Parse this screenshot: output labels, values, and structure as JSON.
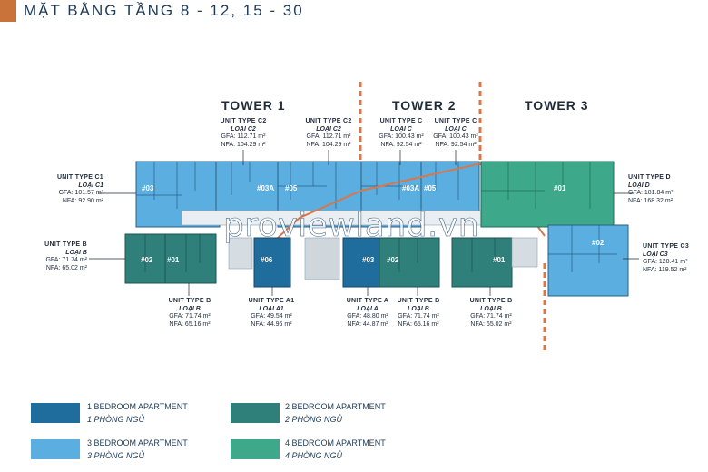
{
  "header": {
    "title": "MẶT BẰNG TẦNG 8 - 12, 15 - 30"
  },
  "towers": [
    "TOWER 1",
    "TOWER 2",
    "TOWER 3"
  ],
  "colors": {
    "one_bed": "#1e6d9c",
    "two_bed": "#2f7f7a",
    "three_bed": "#5aaee0",
    "four_bed": "#3da88a",
    "divider": "#d9774a",
    "accent": "#c9733a"
  },
  "unit_numbers": [
    "#03",
    "#03A",
    "#05",
    "#03A",
    "#05",
    "#01",
    "#02",
    "#01",
    "#06",
    "#03",
    "#02",
    "#01",
    "#02"
  ],
  "labels": {
    "c2a": {
      "type": "UNIT TYPE C2",
      "loai": "LOẠI C2",
      "gfa": "GFA: 112.71 m²",
      "nfa": "NFA: 104.29 m²"
    },
    "c2b": {
      "type": "UNIT TYPE C2",
      "loai": "LOẠI C2",
      "gfa": "GFA: 112.71 m²",
      "nfa": "NFA: 104.29 m²"
    },
    "ca": {
      "type": "UNIT TYPE C",
      "loai": "LOẠI C",
      "gfa": "GFA: 100.43 m²",
      "nfa": "NFA: 92.54 m²"
    },
    "cb": {
      "type": "UNIT TYPE C",
      "loai": "LOẠI C",
      "gfa": "GFA: 100.43 m²",
      "nfa": "NFA: 92.54 m²"
    },
    "c1": {
      "type": "UNIT TYPE C1",
      "loai": "LOẠI C1",
      "gfa": "GFA: 101.57 m²",
      "nfa": "NFA: 92.90 m²"
    },
    "b_left": {
      "type": "UNIT TYPE B",
      "loai": "LOẠI B",
      "gfa": "GFA: 71.74 m²",
      "nfa": "NFA: 65.02 m²"
    },
    "d": {
      "type": "UNIT TYPE D",
      "loai": "LOẠI D",
      "gfa": "GFA: 181.84 m²",
      "nfa": "NFA: 168.32 m²"
    },
    "c3": {
      "type": "UNIT TYPE C3",
      "loai": "LOẠI C3",
      "gfa": "GFA: 128.41 m²",
      "nfa": "NFA: 119.52 m²"
    },
    "b1": {
      "type": "UNIT TYPE B",
      "loai": "LOẠI B",
      "gfa": "GFA: 71.74 m²",
      "nfa": "NFA: 65.16 m²"
    },
    "a1": {
      "type": "UNIT TYPE A1",
      "loai": "LOẠI A1",
      "gfa": "GFA: 49.54 m²",
      "nfa": "NFA: 44.96 m²"
    },
    "a": {
      "type": "UNIT TYPE A",
      "loai": "LOẠI A",
      "gfa": "GFA: 48.80 m²",
      "nfa": "NFA: 44.87 m²"
    },
    "b2": {
      "type": "UNIT TYPE B",
      "loai": "LOẠI B",
      "gfa": "GFA: 71.74 m²",
      "nfa": "NFA: 65.16 m²"
    },
    "b3": {
      "type": "UNIT TYPE B",
      "loai": "LOẠI B",
      "gfa": "GFA: 71.74 m²",
      "nfa": "NFA: 65.02 m²"
    }
  },
  "watermark": "proviewland.vn",
  "legend": [
    {
      "label": "1 BEDROOM APARTMENT",
      "sub": "1 PHÒNG NGỦ"
    },
    {
      "label": "2 BEDROOM APARTMENT",
      "sub": "2 PHÒNG NGỦ"
    },
    {
      "label": "3 BEDROOM APARTMENT",
      "sub": "3 PHÒNG NGỦ"
    },
    {
      "label": "4 BEDROOM APARTMENT",
      "sub": "4 PHÒNG NGỦ"
    }
  ]
}
